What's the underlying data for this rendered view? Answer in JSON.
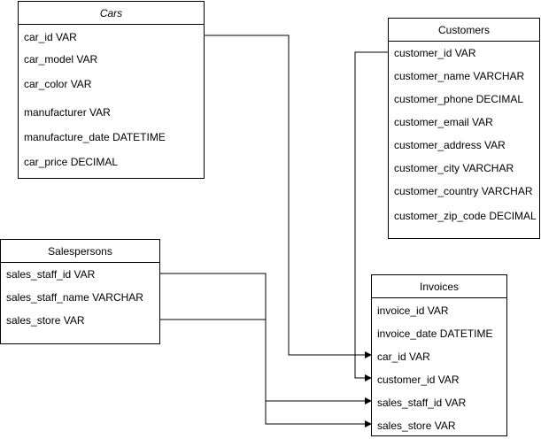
{
  "entities": {
    "cars": {
      "title": "Cars",
      "fields": [
        "car_id VAR",
        "car_model VAR",
        "car_color VAR",
        "manufacturer VAR",
        "manufacture_date DATETIME",
        "car_price DECIMAL"
      ]
    },
    "customers": {
      "title": "Customers",
      "fields": [
        "customer_id VAR",
        "customer_name VARCHAR",
        "customer_phone DECIMAL",
        "customer_email VAR",
        "customer_address VAR",
        "customer_city VARCHAR",
        "customer_country VARCHAR",
        "customer_zip_code DECIMAL"
      ]
    },
    "salespersons": {
      "title": "Salespersons",
      "fields": [
        "sales_staff_id VAR",
        "sales_staff_name VARCHAR",
        "sales_store VAR"
      ]
    },
    "invoices": {
      "title": "Invoices",
      "fields": [
        "invoice_id VAR",
        "invoice_date DATETIME",
        "car_id VAR",
        "customer_id VAR",
        "sales_staff_id VAR",
        "sales_store VAR"
      ]
    }
  },
  "relationships": [
    {
      "from": "Cars.car_id",
      "to": "Invoices.car_id"
    },
    {
      "from": "Customers.customer_id",
      "to": "Invoices.customer_id"
    },
    {
      "from": "Salespersons.sales_staff_id",
      "to": "Invoices.sales_staff_id"
    },
    {
      "from": "Salespersons.sales_store",
      "to": "Invoices.sales_store"
    }
  ]
}
